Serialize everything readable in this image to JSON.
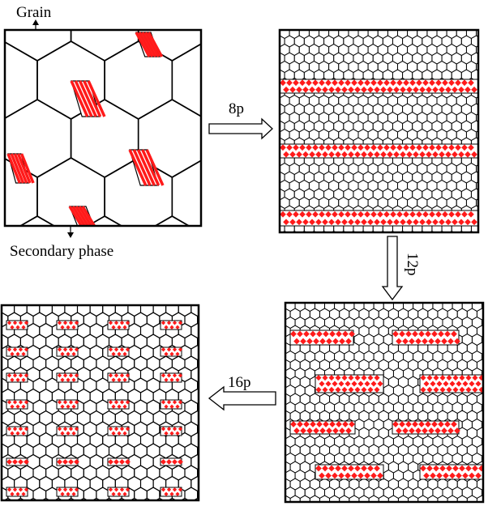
{
  "labels": {
    "grain": "Grain",
    "secondary_phase": "Secondary phase",
    "step_1": "8p",
    "step_2": "12p",
    "step_3": "16p"
  },
  "colors": {
    "secondary_phase": "#ff1a1a",
    "grain_boundary": "#000000"
  }
}
